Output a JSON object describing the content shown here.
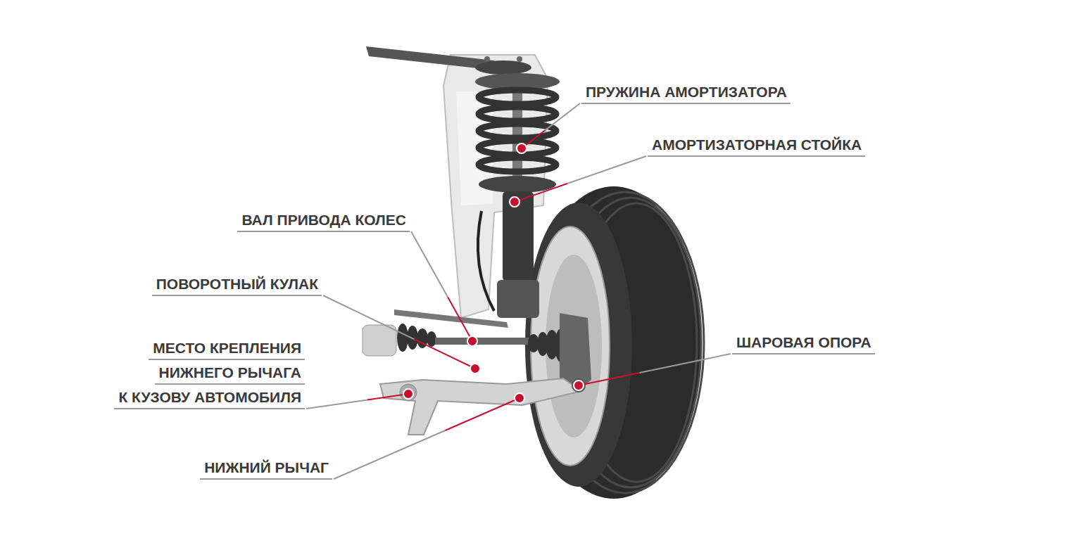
{
  "diagram": {
    "labels": [
      "ПРУЖИНА АМОРТИЗАТОРА",
      "АМОРТИЗАТОРНАЯ СТОЙКА",
      "ВАЛ ПРИВОДА КОЛЕС",
      "ПОВОРОТНЫЙ КУЛАК",
      "МЕСТО КРЕПЛЕНИЯ НИЖНЕГО РЫЧАГА К КУЗОВУ АВТОМОБИЛЯ",
      "ШАРОВАЯ ОПОРА",
      "НИЖНИЙ РЫЧАГ"
    ]
  }
}
